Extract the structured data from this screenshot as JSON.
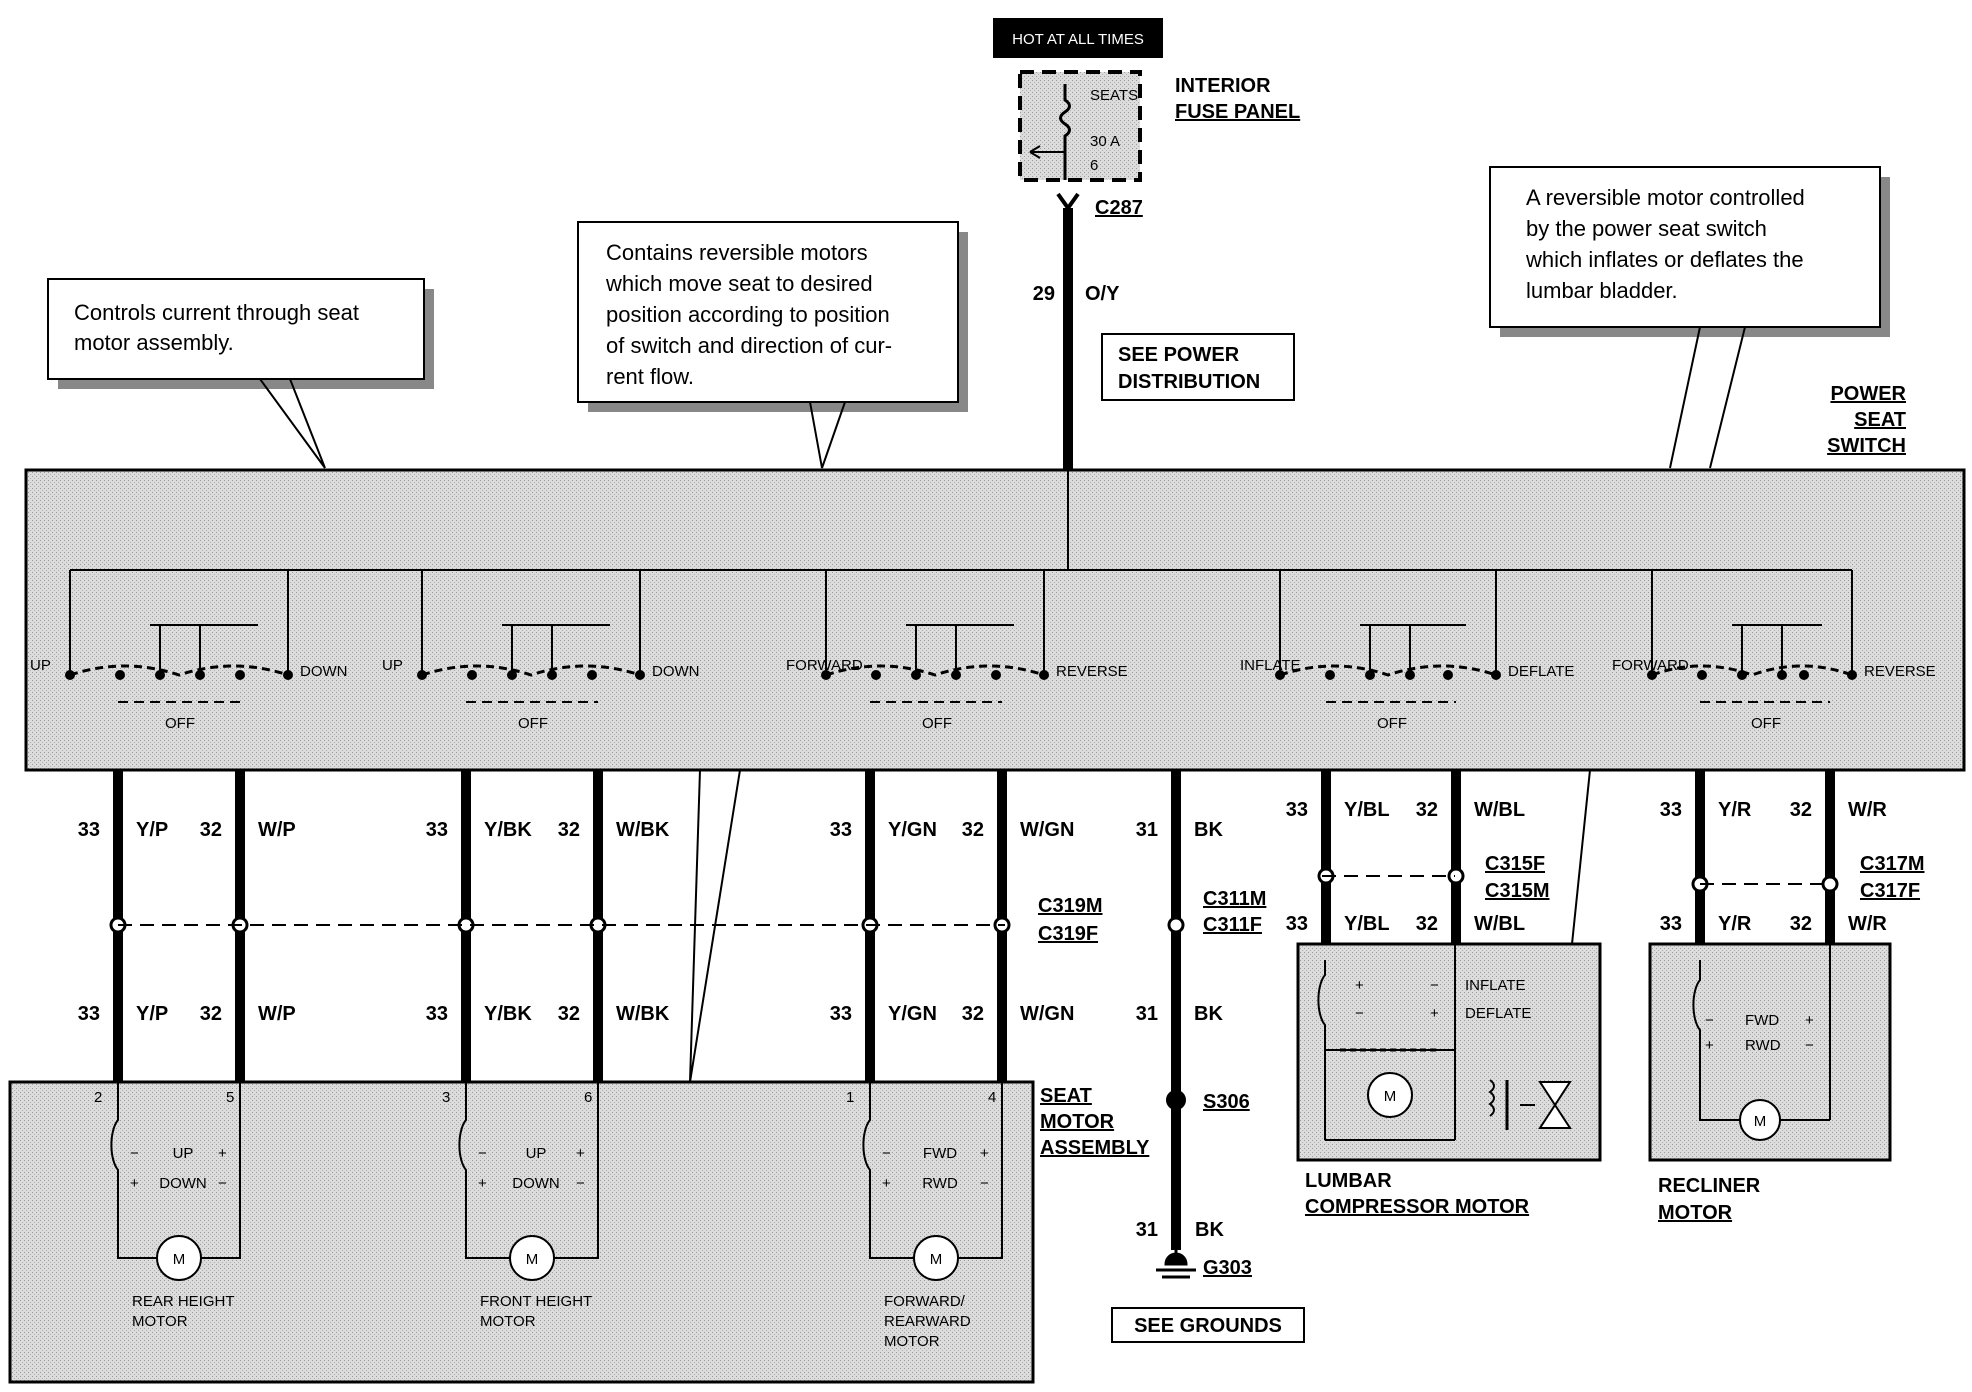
{
  "power_source": {
    "hot_label": "HOT AT ALL TIMES",
    "fuse_name": "SEATS",
    "fuse_rating": "30 A",
    "fuse_number": "6",
    "panel_name_1": "INTERIOR",
    "panel_name_2": "FUSE PANEL",
    "connector": "C287",
    "circuit": "29",
    "wire_color": "O/Y",
    "see_power_1": "SEE POWER",
    "see_power_2": "DISTRIBUTION"
  },
  "callouts": {
    "switch_note": [
      "Controls current through seat",
      "motor assembly."
    ],
    "motors_note": [
      "Contains reversible motors",
      "which move seat to desired",
      "position according to position",
      "of switch and  direction of cur-",
      "rent flow."
    ],
    "lumbar_note": [
      "A reversible motor controlled",
      "by the power seat switch",
      "which inflates or deflates the",
      "lumbar bladder."
    ]
  },
  "switch": {
    "name": [
      "POWER",
      "SEAT",
      "SWITCH"
    ],
    "off_label": "OFF",
    "sections": [
      {
        "left": "UP",
        "right": "DOWN"
      },
      {
        "left": "UP",
        "right": "DOWN"
      },
      {
        "left": "FORWARD",
        "right": "REVERSE"
      },
      {
        "left": "INFLATE",
        "right": "DEFLATE"
      },
      {
        "left": "FORWARD",
        "right": "REVERSE"
      }
    ]
  },
  "wires": {
    "upper": [
      {
        "num": "33",
        "color": "Y/P"
      },
      {
        "num": "32",
        "color": "W/P"
      },
      {
        "num": "33",
        "color": "Y/BK"
      },
      {
        "num": "32",
        "color": "W/BK"
      },
      {
        "num": "33",
        "color": "Y/GN"
      },
      {
        "num": "32",
        "color": "W/GN"
      },
      {
        "num": "31",
        "color": "BK"
      },
      {
        "num": "33",
        "color": "Y/BL"
      },
      {
        "num": "32",
        "color": "W/BL"
      },
      {
        "num": "33",
        "color": "Y/R"
      },
      {
        "num": "32",
        "color": "W/R"
      }
    ],
    "lower": [
      {
        "num": "33",
        "color": "Y/P"
      },
      {
        "num": "32",
        "color": "W/P"
      },
      {
        "num": "33",
        "color": "Y/BK"
      },
      {
        "num": "32",
        "color": "W/BK"
      },
      {
        "num": "33",
        "color": "Y/GN"
      },
      {
        "num": "32",
        "color": "W/GN"
      },
      {
        "num": "31",
        "color": "BK"
      },
      {
        "num": "33",
        "color": "Y/BL"
      },
      {
        "num": "32",
        "color": "W/BL"
      },
      {
        "num": "33",
        "color": "Y/R"
      },
      {
        "num": "32",
        "color": "W/R"
      }
    ],
    "ground_run": {
      "num": "31",
      "color": "BK"
    }
  },
  "connectors": {
    "c319": [
      "C319M",
      "C319F"
    ],
    "c311": [
      "C311M",
      "C311F"
    ],
    "c315": [
      "C315F",
      "C315M"
    ],
    "c317": [
      "C317M",
      "C317F"
    ],
    "splice": "S306",
    "ground": "G303",
    "see_grounds": "SEE GROUNDS"
  },
  "seat_motor_assembly": {
    "name": [
      "SEAT",
      "MOTOR",
      "ASSEMBLY"
    ],
    "motor_symbol": "M",
    "motors": [
      {
        "pin_a": "2",
        "pin_b": "5",
        "dir1": "UP",
        "dir2": "DOWN",
        "name": [
          "REAR HEIGHT",
          "MOTOR"
        ]
      },
      {
        "pin_a": "3",
        "pin_b": "6",
        "dir1": "UP",
        "dir2": "DOWN",
        "name": [
          "FRONT  HEIGHT",
          "MOTOR"
        ]
      },
      {
        "pin_a": "1",
        "pin_b": "4",
        "dir1": "FWD",
        "dir2": "RWD",
        "name": [
          "FORWARD/",
          "REARWARD",
          "MOTOR"
        ]
      }
    ]
  },
  "lumbar_motor": {
    "name": [
      "LUMBAR",
      "COMPRESSOR MOTOR"
    ],
    "dir1": "INFLATE",
    "dir2": "DEFLATE"
  },
  "recliner_motor": {
    "name": [
      "RECLINER",
      "MOTOR"
    ],
    "dir1": "FWD",
    "dir2": "RWD"
  },
  "polarity": {
    "plus": "+",
    "minus": "−"
  },
  "colors": {
    "ink": "#000000",
    "panel_fill": "#d4d4d4",
    "paper": "#ffffff"
  }
}
